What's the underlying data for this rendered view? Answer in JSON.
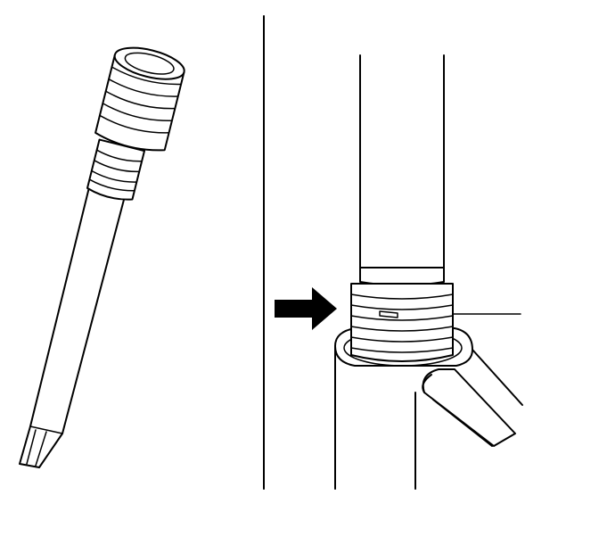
{
  "figure": {
    "panels": [
      "tool-view",
      "installed-view"
    ],
    "colors": {
      "ink": "#000000",
      "paper": "#ffffff"
    },
    "callouts": [
      {
        "panel": "installed-view",
        "type": "arrow",
        "points_to": "threaded-fitting"
      }
    ]
  }
}
